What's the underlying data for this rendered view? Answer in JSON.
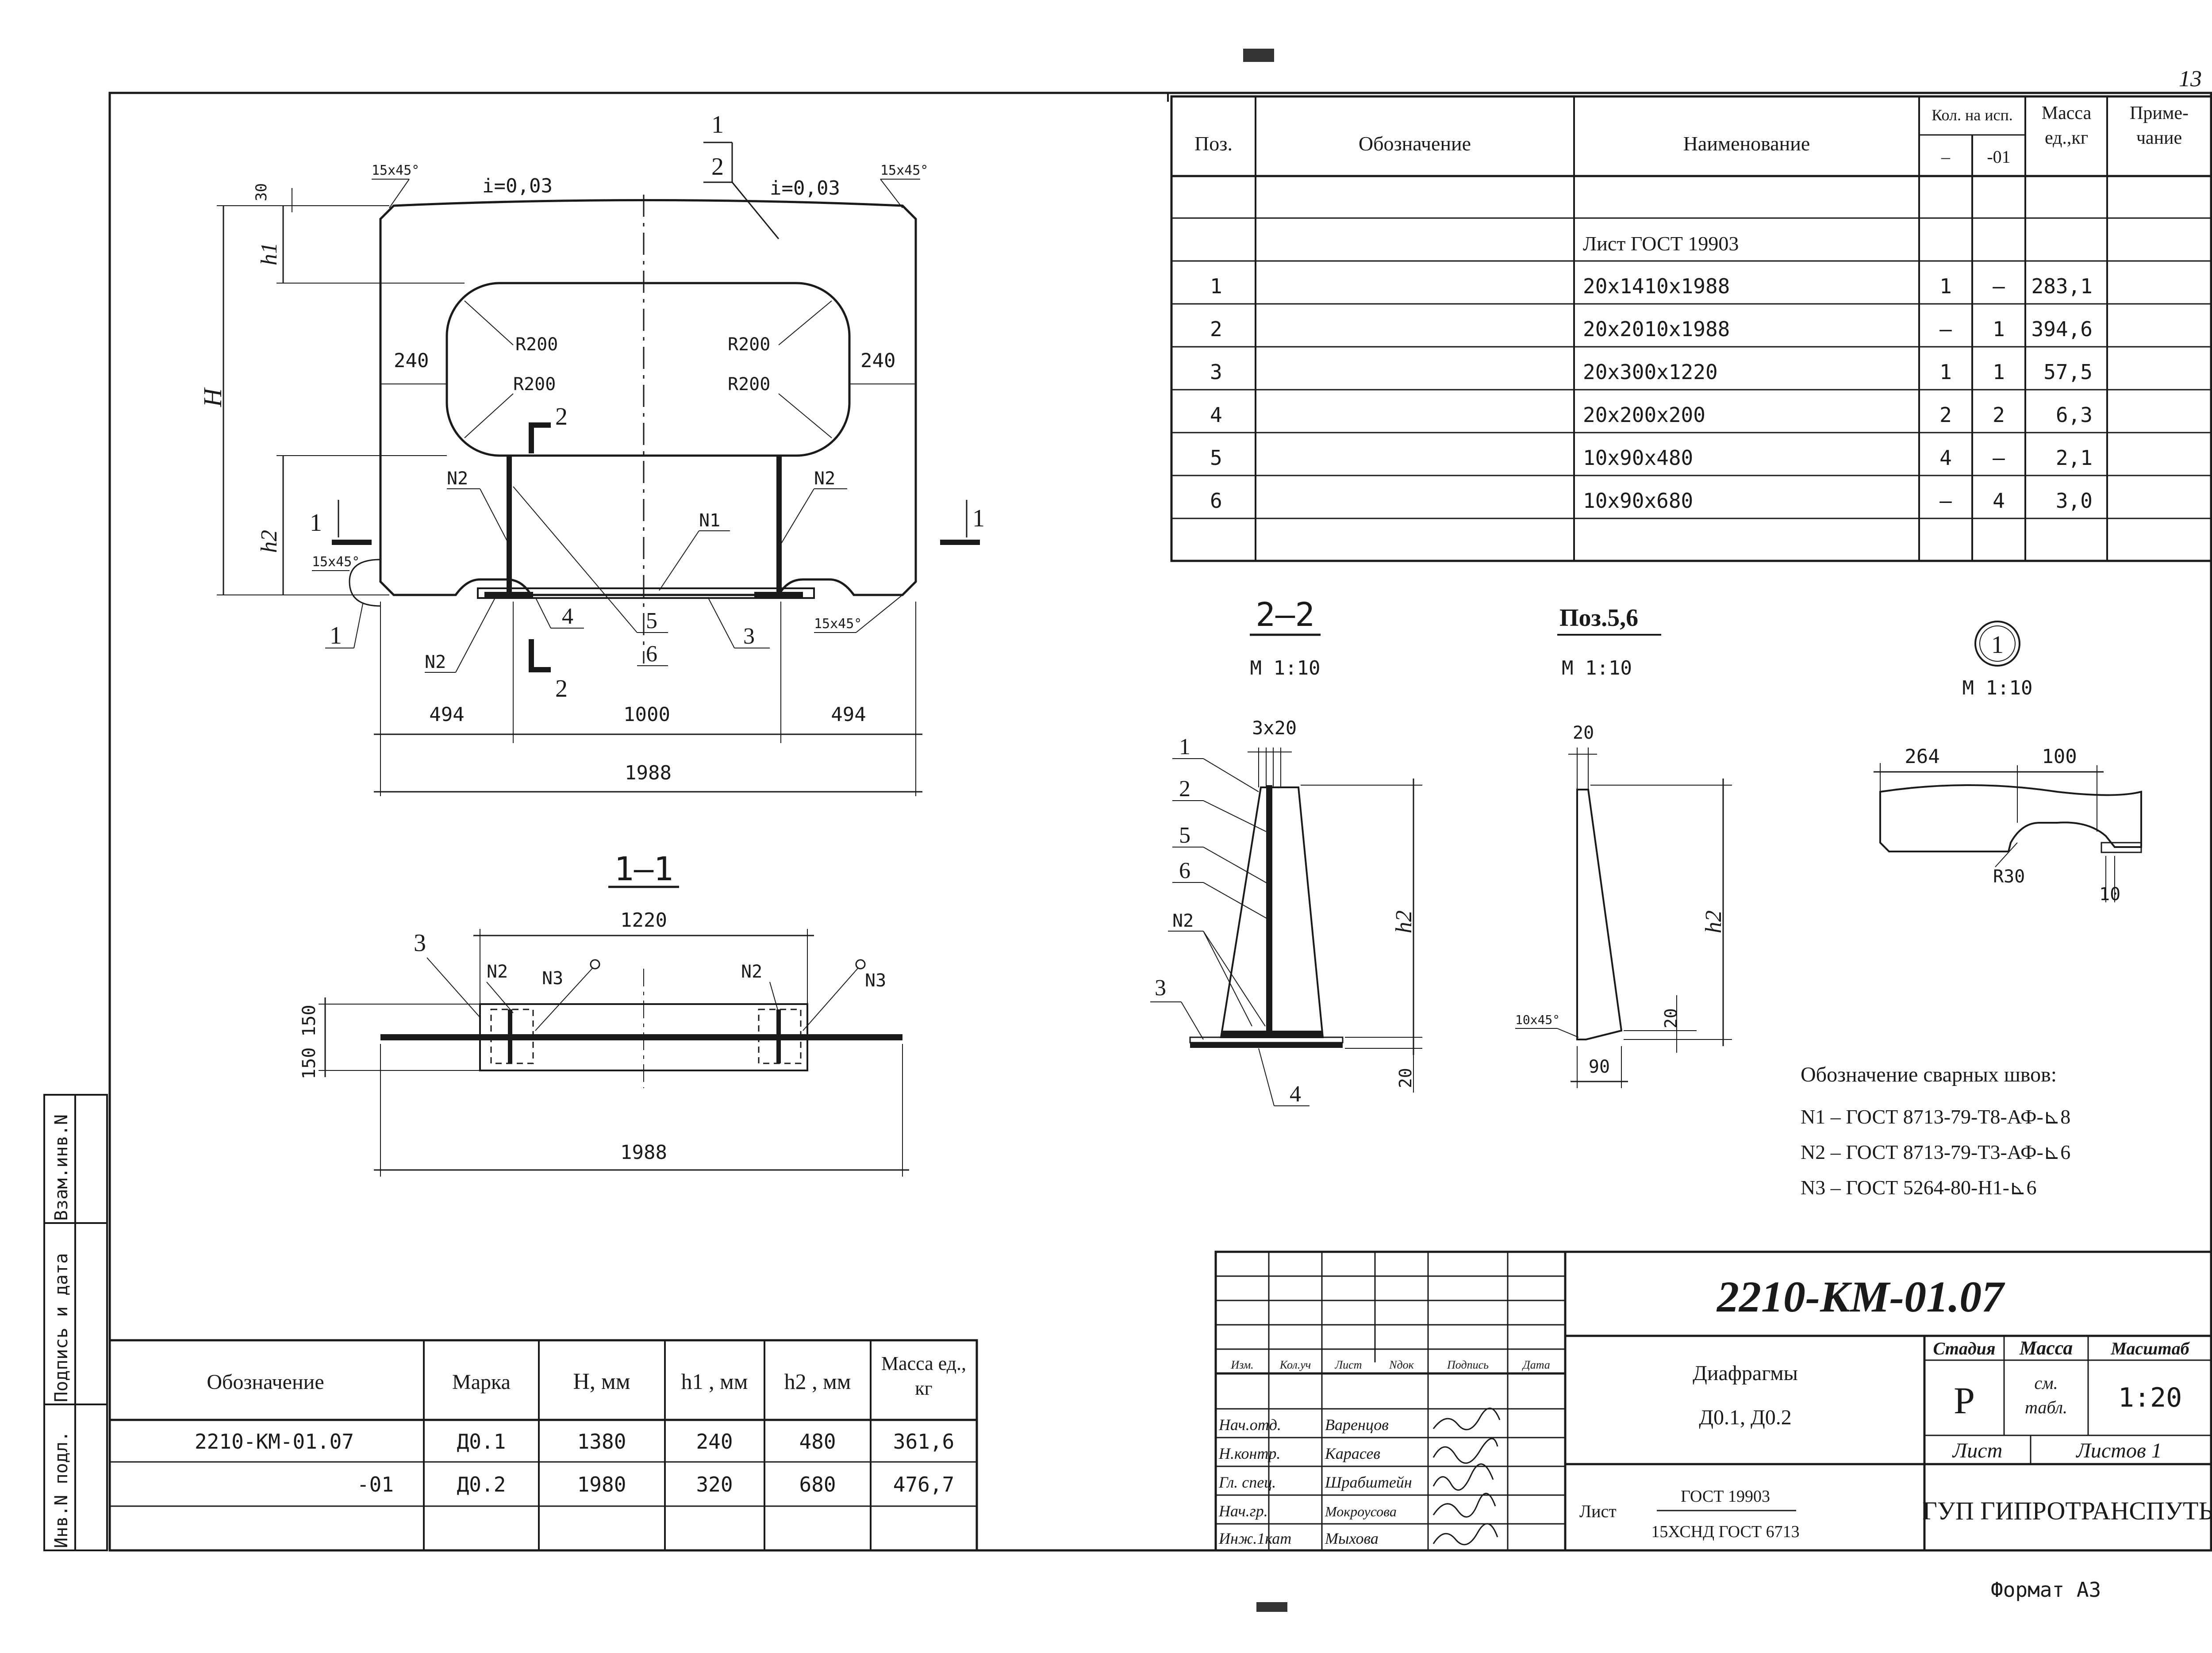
{
  "sheet_number": "13",
  "format_label": "Формат А3",
  "spec_table": {
    "headers": {
      "pos": "Поз.",
      "designation": "Обозначение",
      "name": "Наименование",
      "qty": "Кол. на исп.",
      "qty_a": "–",
      "qty_b": "-01",
      "mass": "Масса ед.,кг",
      "note": "Приме- чание"
    },
    "group_title": "Лист ГОСТ 19903",
    "rows": [
      {
        "pos": "1",
        "name": "20x1410x1988",
        "qty_a": "1",
        "qty_b": "–",
        "mass": "283,1"
      },
      {
        "pos": "2",
        "name": "20x2010x1988",
        "qty_a": "–",
        "qty_b": "1",
        "mass": "394,6"
      },
      {
        "pos": "3",
        "name": "20x300x1220",
        "qty_a": "1",
        "qty_b": "1",
        "mass": "57,5"
      },
      {
        "pos": "4",
        "name": "20x200x200",
        "qty_a": "2",
        "qty_b": "2",
        "mass": "6,3"
      },
      {
        "pos": "5",
        "name": "10x90x480",
        "qty_a": "4",
        "qty_b": "–",
        "mass": "2,1"
      },
      {
        "pos": "6",
        "name": "10x90x680",
        "qty_a": "–",
        "qty_b": "4",
        "mass": "3,0"
      }
    ]
  },
  "marks_table": {
    "headers": {
      "designation": "Обозначение",
      "mark": "Марка",
      "H": "H, мм",
      "h1": "h1 , мм",
      "h2": "h2 , мм",
      "mass": "Масса ед., кг"
    },
    "rows": [
      {
        "designation": "2210-КМ-01.07",
        "mark": "Д0.1",
        "H": "1380",
        "h1": "240",
        "h2": "480",
        "mass": "361,6"
      },
      {
        "designation": "-01",
        "mark": "Д0.2",
        "H": "1980",
        "h1": "320",
        "h2": "680",
        "mass": "476,7"
      }
    ]
  },
  "main_view": {
    "i_left": "i=0,03",
    "i_right": "i=0,03",
    "chamfer_tl": "15x45°",
    "chamfer_tr": "15x45°",
    "chamfer_bl": "15x45°",
    "chamfer_br": "15x45°",
    "dim_30": "30",
    "dim_H": "H",
    "dim_h1": "h1",
    "dim_h2": "h2",
    "dim_240_l": "240",
    "dim_240_r": "240",
    "r200_a": "R200",
    "r200_b": "R200",
    "r200_c": "R200",
    "r200_d": "R200",
    "dim_494_l": "494",
    "dim_1000": "1000",
    "dim_494_r": "494",
    "dim_1988": "1988",
    "lbl_1": "1",
    "lbl_2": "2",
    "lbl_3": "3",
    "lbl_4": "4",
    "lbl_5": "5",
    "lbl_6": "6",
    "lbl_1b": "1",
    "n1": "N1",
    "n2_a": "N2",
    "n2_b": "N2",
    "n2_c": "N2",
    "cut_2": "2",
    "cut_2b": "2",
    "cut_1l": "1",
    "cut_1r": "1"
  },
  "section_1_1": {
    "title": "1–1",
    "dim_1220": "1220",
    "dim_150": "150 150",
    "dim_1988": "1988",
    "lbl_3": "3",
    "n2_a": "N2",
    "n3_a": "N3",
    "n2_b": "N2",
    "n3_b": "N3"
  },
  "section_2_2": {
    "title": "2–2",
    "scale": "М 1:10",
    "dim_3x20": "3x20",
    "dim_h2": "h2",
    "dim_20": "20",
    "lbl_1": "1",
    "lbl_2": "2",
    "lbl_5": "5",
    "lbl_6": "6",
    "n2": "N2",
    "lbl_3": "3",
    "lbl_4": "4"
  },
  "pos56": {
    "title": "Поз.5,6",
    "scale": "М 1:10",
    "dim_20": "20",
    "dim_h2": "h2",
    "dim_20b": "20",
    "chamfer": "10x45°",
    "dim_90": "90"
  },
  "detail_1": {
    "marker": "1",
    "scale": "М 1:10",
    "dim_264": "264",
    "dim_100": "100",
    "r30": "R30",
    "dim_10": "10"
  },
  "weld_legend": {
    "title": "Обозначение сварных швов:",
    "items": [
      "N1 – ГОСТ 8713-79-Т8-АФ-⊾8",
      "N2 – ГОСТ 8713-79-Т3-АФ-⊾6",
      "N3 – ГОСТ 5264-80-Н1-⊾6"
    ]
  },
  "title_block": {
    "code": "2210-КМ-01.07",
    "sheet_title_1": "Диафрагмы",
    "sheet_title_2": "Д0.1, Д0.2",
    "material_label": "Лист",
    "material_1": "ГОСТ 19903",
    "material_2": "15ХСНД ГОСТ 6713",
    "col_izm": "Изм.",
    "col_koluch": "Кол.уч",
    "col_list": "Лист",
    "col_ndok": "Nдок",
    "col_podpis": "Подпись",
    "col_data": "Дата",
    "roles": [
      {
        "role": "Нач.отд.",
        "name": "Варенцов"
      },
      {
        "role": "Н.контр.",
        "name": "Карасев"
      },
      {
        "role": "Гл. спец.",
        "name": "Шрабштейн"
      },
      {
        "role": "Нач.гр.",
        "name": "Мокроусова"
      },
      {
        "role": "Инж.1кат",
        "name": "Мыхова"
      }
    ],
    "stage_label": "Стадия",
    "stage_value": "Р",
    "mass_label": "Масса",
    "mass_value_1": "см.",
    "mass_value_2": "табл.",
    "scale_label": "Масштаб",
    "scale_value": "1:20",
    "sheet_label": "Лист",
    "sheets_label": "Листов 1",
    "org": "ГУП ГИПРОТРАНСПУТЬ"
  },
  "side_stamp": {
    "a": "Взам.инв.N",
    "b": "Подпись и дата",
    "c": "Инв.N подл."
  }
}
